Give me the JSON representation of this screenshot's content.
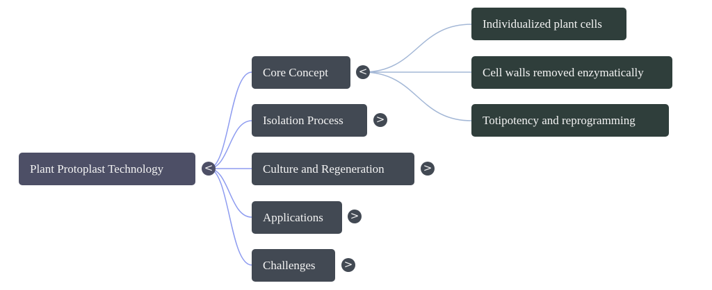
{
  "root": {
    "label": "Plant Protoplast Technology",
    "toggle": "<"
  },
  "branches": [
    {
      "label": "Core Concept",
      "toggle": "<",
      "expanded": true,
      "children": [
        "Individualized plant cells",
        "Cell walls removed enzymatically",
        "Totipotency and reprogramming"
      ]
    },
    {
      "label": "Isolation Process",
      "toggle": ">",
      "expanded": false
    },
    {
      "label": "Culture and Regeneration",
      "toggle": ">",
      "expanded": false
    },
    {
      "label": "Applications",
      "toggle": ">",
      "expanded": false
    },
    {
      "label": "Challenges",
      "toggle": ">",
      "expanded": false
    }
  ],
  "colors": {
    "root_fill": "#4d4f66",
    "branch_fill": "#424953",
    "leaf_fill": "#2f3e3b",
    "root_edge": "#8e9cf0",
    "branch_edge": "#a3b7d6"
  }
}
